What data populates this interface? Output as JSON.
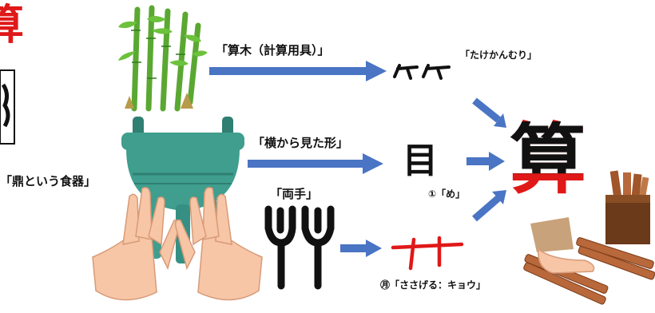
{
  "left_edge": {
    "char_fragment": "算"
  },
  "bamboo": {
    "label": "「算木（計算用具）」"
  },
  "take_kanmuri": {
    "glyph": "⺮",
    "label": "「たけかんむり」"
  },
  "vessel": {
    "label": "「横から見た形」",
    "name_label": "「鼎という食器」"
  },
  "me_part": {
    "glyph": "目",
    "label": "①「め」"
  },
  "hands": {
    "label": "「両手」"
  },
  "kyou_part": {
    "glyph": "廾",
    "label": "㊊「ささげる：キョウ」"
  },
  "result": {
    "top": "竹目",
    "char": "算"
  },
  "colors": {
    "arrow": "#4a74c4",
    "accent_red": "#e01818",
    "bamboo": "#5aa832",
    "vessel": "#3f9e8e",
    "skin": "#f7c6a6",
    "wood": "#a0562a"
  }
}
